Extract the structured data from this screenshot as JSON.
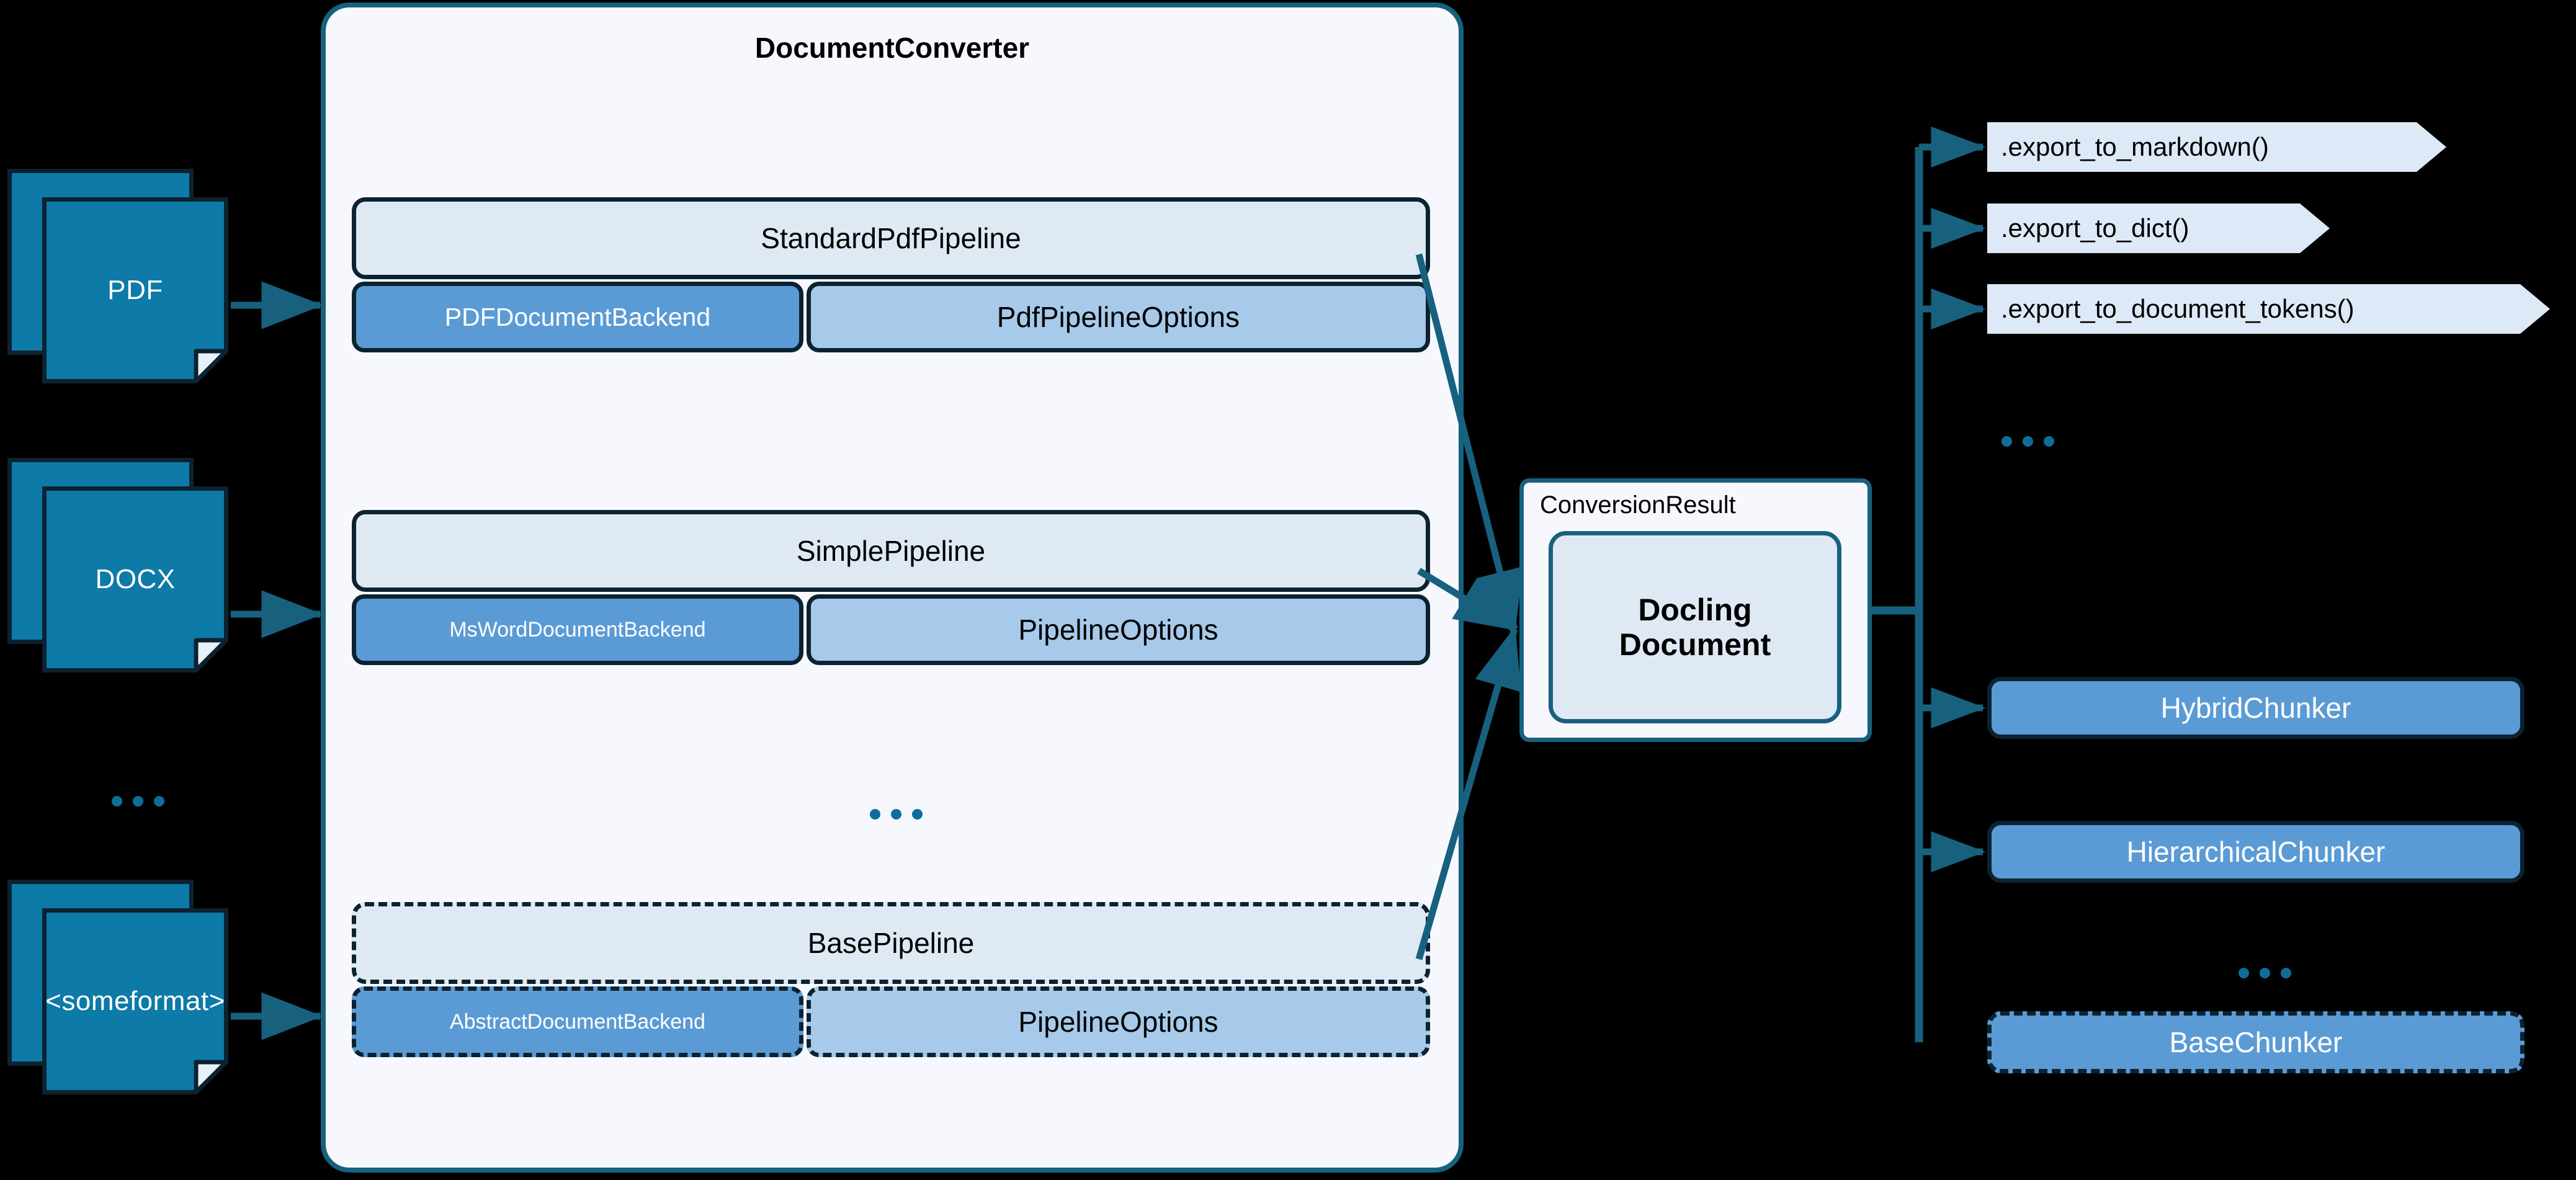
{
  "colors": {
    "background": "#000000",
    "doc_fill": "#0d7aa7",
    "doc_stroke": "#0c2231",
    "container_bg": "#f6f8fd",
    "container_border": "#17617f",
    "pipeline_head": "#dee9f4",
    "backend_fill": "#5b9bd5",
    "options_fill": "#a7caea",
    "chevron_fill": "#dde9f7",
    "arrow": "#17617f",
    "ellipsis_dot": "#0f6e99"
  },
  "inputs": {
    "documents": [
      {
        "label": "PDF"
      },
      {
        "label": "DOCX"
      },
      {
        "label": "<some\nformat>",
        "line1": "<some",
        "line2": "format>"
      }
    ],
    "ellipsis": "..."
  },
  "converter": {
    "title": "DocumentConverter",
    "ellipsis": "...",
    "pipelines": [
      {
        "name": "StandardPdfPipeline",
        "backend": "PDFDocumentBackend",
        "options": "PdfPipelineOptions",
        "style": "solid",
        "backend_small": false
      },
      {
        "name": "SimplePipeline",
        "backend": "MsWordDocumentBackend",
        "options": "PipelineOptions",
        "style": "solid",
        "backend_small": true
      },
      {
        "name": "BasePipeline",
        "backend": "AbstractDocumentBackend",
        "options": "PipelineOptions",
        "style": "dashed",
        "backend_small": true
      }
    ]
  },
  "result": {
    "label": "ConversionResult",
    "document_line1": "Docling",
    "document_line2": "Document"
  },
  "exports": {
    "ellipsis": "...",
    "items": [
      {
        "label": ".export_to_markdown()"
      },
      {
        "label": ".export_to_dict()"
      },
      {
        "label": ".export_to_document_tokens()"
      }
    ]
  },
  "chunkers": {
    "ellipsis": "...",
    "items": [
      {
        "label": "HybridChunker",
        "style": "solid"
      },
      {
        "label": "HierarchicalChunker",
        "style": "solid"
      },
      {
        "label": "BaseChunker",
        "style": "dashed"
      }
    ]
  }
}
